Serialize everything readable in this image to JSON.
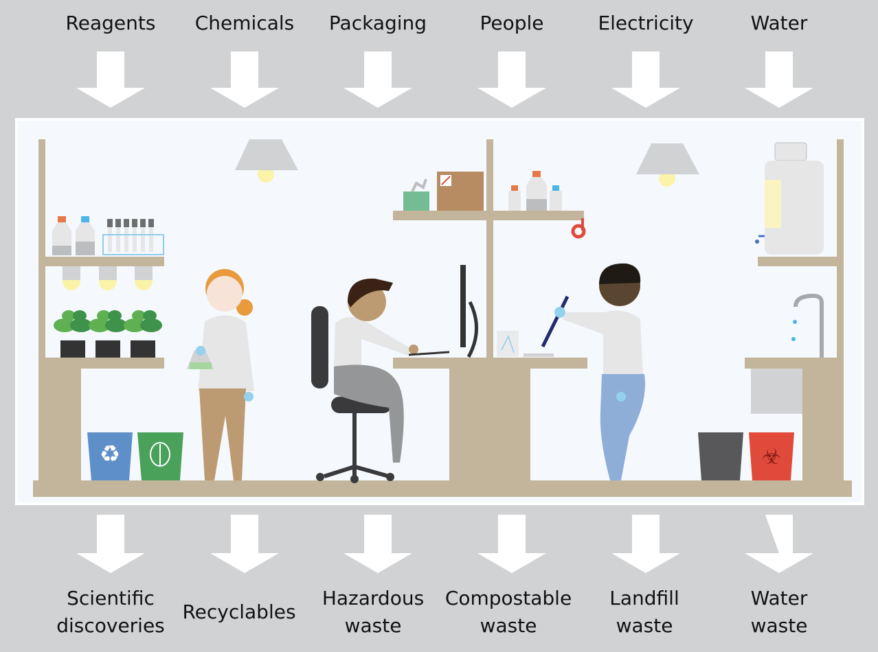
{
  "inputs": [
    "Reagents",
    "Chemicals",
    "Packaging",
    "People",
    "Electricity",
    "Water"
  ],
  "outputs": [
    {
      "line1": "Scientific",
      "line2": "discoveries"
    },
    {
      "line1": "Recyclables",
      "line2": ""
    },
    {
      "line1": "Hazardous",
      "line2": "waste"
    },
    {
      "line1": "Compostable",
      "line2": "waste"
    },
    {
      "line1": "Landfill",
      "line2": "waste"
    },
    {
      "line1": "Water",
      "line2": "waste"
    }
  ],
  "colors": {
    "background": "#d1d2d4",
    "lab": "#f5f9fd",
    "wood": "#c2b59b",
    "recycle": "#5f8fc9",
    "compost": "#4aa25a",
    "landfill": "#58585a",
    "biohazard": "#e04a3a"
  }
}
